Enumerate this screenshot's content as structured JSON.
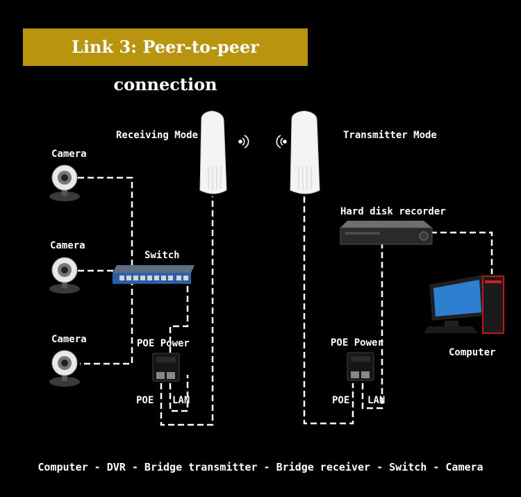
{
  "title": "Link 3: Peer-to-peer connection",
  "labels": {
    "receiving_mode": "Receiving Mode",
    "transmitter_mode": "Transmitter Mode",
    "camera_1": "Camera",
    "camera_2": "Camera",
    "camera_3": "Camera",
    "switch": "Switch",
    "poe_power_left": "POE Power",
    "poe_power_right": "POE Power",
    "hard_disk_recorder": "Hard disk recorder",
    "computer": "Computer",
    "poe_left": "POE",
    "lan_left": "LAN",
    "poe_right": "POE",
    "lan_right": "LAN"
  },
  "footer": "Computer - DVR - Bridge transmitter - Bridge receiver - Switch - Camera",
  "colors": {
    "title_bg": "#b8940f",
    "background": "#000000",
    "wire": "#ffffff"
  },
  "icons": [
    "wifi-wave-right-icon",
    "wifi-wave-left-icon"
  ]
}
